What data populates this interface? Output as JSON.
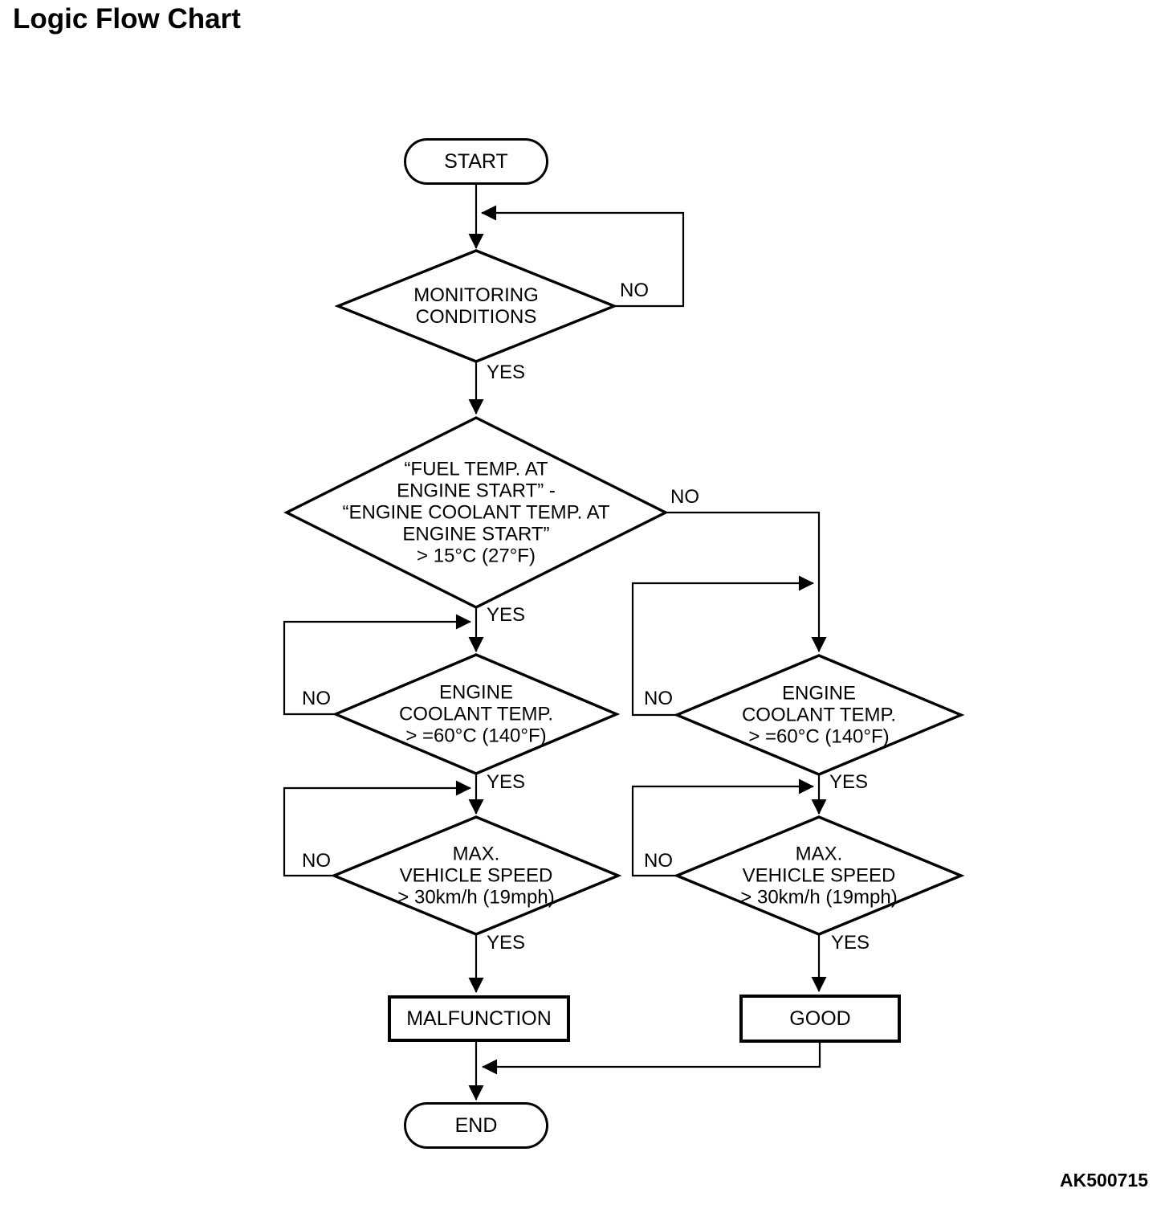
{
  "title": "Logic Flow Chart",
  "figure_code": "AK500715",
  "colors": {
    "line": "#000000",
    "background": "#ffffff"
  },
  "labels": {
    "yes": "YES",
    "no": "NO"
  },
  "nodes": {
    "start": {
      "label": "START"
    },
    "end": {
      "label": "END"
    },
    "monitoring": {
      "lines": [
        "MONITORING",
        "CONDITIONS"
      ]
    },
    "fuel_temp_delta": {
      "lines": [
        "“FUEL TEMP. AT",
        "ENGINE START” -",
        "“ENGINE COOLANT TEMP. AT",
        "ENGINE START”",
        "> 15°C (27°F)"
      ]
    },
    "coolant_left": {
      "lines": [
        "ENGINE",
        "COOLANT TEMP.",
        "> =60°C (140°F)"
      ]
    },
    "speed_left": {
      "lines": [
        "MAX.",
        "VEHICLE SPEED",
        "> 30km/h (19mph)"
      ]
    },
    "coolant_right": {
      "lines": [
        "ENGINE",
        "COOLANT TEMP.",
        "> =60°C (140°F)"
      ]
    },
    "speed_right": {
      "lines": [
        "MAX.",
        "VEHICLE SPEED",
        "> 30km/h (19mph)"
      ]
    },
    "malfunction": {
      "label": "MALFUNCTION"
    },
    "good": {
      "label": "GOOD"
    }
  },
  "edges": [
    {
      "from": "start",
      "to": "monitoring",
      "label": ""
    },
    {
      "from": "monitoring",
      "to": "fuel_temp_delta",
      "label": "YES"
    },
    {
      "from": "monitoring",
      "to": "monitoring",
      "label": "NO"
    },
    {
      "from": "fuel_temp_delta",
      "to": "coolant_left",
      "label": "YES"
    },
    {
      "from": "fuel_temp_delta",
      "to": "coolant_right",
      "label": "NO"
    },
    {
      "from": "coolant_left",
      "to": "coolant_left",
      "label": "NO"
    },
    {
      "from": "coolant_left",
      "to": "speed_left",
      "label": "YES"
    },
    {
      "from": "speed_left",
      "to": "speed_left",
      "label": "NO"
    },
    {
      "from": "speed_left",
      "to": "malfunction",
      "label": "YES"
    },
    {
      "from": "coolant_right",
      "to": "coolant_right",
      "label": "NO"
    },
    {
      "from": "coolant_right",
      "to": "speed_right",
      "label": "YES"
    },
    {
      "from": "speed_right",
      "to": "speed_right",
      "label": "NO"
    },
    {
      "from": "speed_right",
      "to": "good",
      "label": "YES"
    },
    {
      "from": "malfunction",
      "to": "end",
      "label": ""
    },
    {
      "from": "good",
      "to": "end",
      "label": ""
    }
  ]
}
